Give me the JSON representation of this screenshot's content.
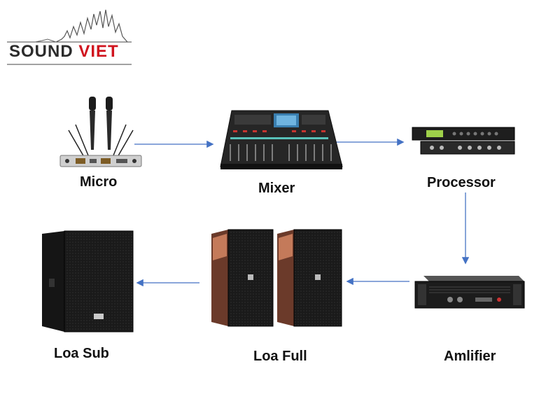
{
  "logo": {
    "part1": "SOUND",
    "part2": "VIET",
    "accent_color": "#d0141e"
  },
  "nodes": {
    "micro": "Micro",
    "mixer": "Mixer",
    "processor": "Processor",
    "amplifier": "Amlifier",
    "loa_full": "Loa Full",
    "loa_sub": "Loa Sub"
  },
  "arrow_color": "#4472c4"
}
